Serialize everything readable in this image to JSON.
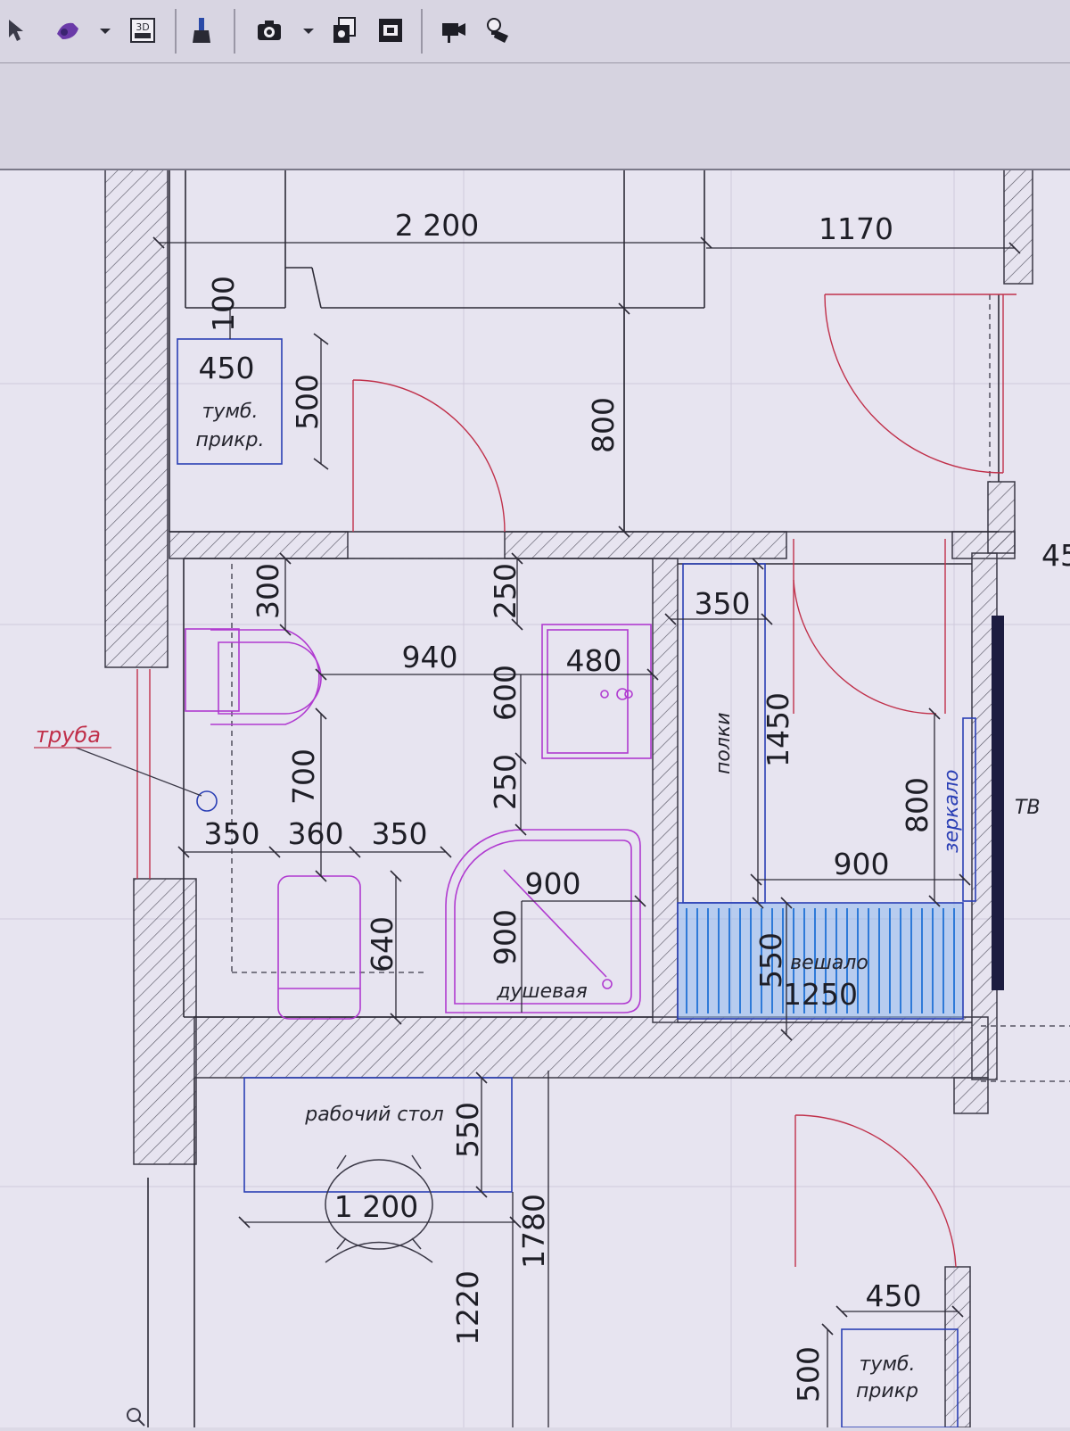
{
  "toolbar": {
    "buttons": [
      {
        "icon": "pointer-icon"
      },
      {
        "icon": "material-brush-icon"
      },
      {
        "icon": "dropdown-arrow-icon"
      },
      {
        "icon": "view-3d-icon",
        "label": "3D"
      },
      {
        "icon": "paint-brush-icon"
      },
      {
        "icon": "camera-icon"
      },
      {
        "icon": "dropdown-arrow-icon"
      },
      {
        "icon": "copy-layers-icon"
      },
      {
        "icon": "frame-icon"
      },
      {
        "icon": "walkthrough-camera-icon"
      },
      {
        "icon": "light-bulb-icon"
      }
    ]
  },
  "plan": {
    "dims": {
      "d2200": "2 200",
      "d1170": "1170",
      "d100": "100",
      "d450a": "450",
      "d500a": "500",
      "d800a": "800",
      "d45": "45",
      "d300": "300",
      "d940": "940",
      "d250a": "250",
      "d480": "480",
      "d600": "600",
      "d350a": "350",
      "d1450": "1450",
      "d700": "700",
      "d250b": "250",
      "d350b": "350",
      "d360": "360",
      "d350c": "350",
      "d900a": "900",
      "d900b": "900",
      "d640": "640",
      "d800b": "800",
      "d900c": "900",
      "d550a": "550",
      "d1250": "1250",
      "d550b": "550",
      "d1200": "1 200",
      "d1780": "1780",
      "d1220": "1220",
      "d450b": "450",
      "d500b": "500"
    },
    "labels": {
      "tumb1_a": "тумб.",
      "tumb1_b": "прикр.",
      "truba": "труба",
      "polki": "полки",
      "zerkalo": "зеркало",
      "tv": "ТВ",
      "dushevaya": "душевая",
      "veshalo": "вешало",
      "rabochiy_stol": "рабочий стол",
      "tumb2_a": "тумб.",
      "tumb2_b": "прикр"
    }
  },
  "colors": {
    "wall_hatch": "#5a5866",
    "door_swing": "#c0304a",
    "fixture": "#b03ad0",
    "furniture": "#2a3fb5",
    "hanger_fill": "#4aa0e8"
  }
}
